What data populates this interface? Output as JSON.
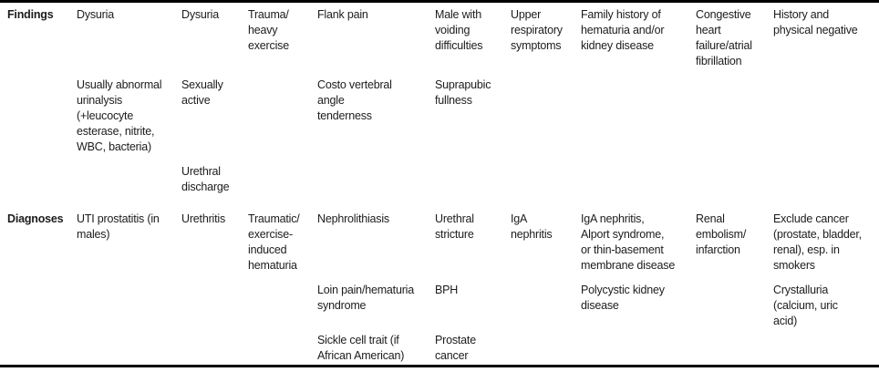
{
  "colors": {
    "background": "#ffffff",
    "text": "#1c1c1c",
    "rule": "#000000"
  },
  "table": {
    "findings": {
      "label": "Findings",
      "r1": {
        "c1": "Dysuria",
        "c2": "Dysuria",
        "c3": "Trauma/\nheavy\nexercise",
        "c4": "Flank pain",
        "c5": "Male with\nvoiding\ndifficulties",
        "c6": "Upper\nrespiratory\nsymptoms",
        "c7": "Family history of\nhematuria and/or\nkidney disease",
        "c8": "Congestive\nheart\nfailure/atrial\nfibrillation",
        "c9": "History and\nphysical negative"
      },
      "r2": {
        "c1": "Usually abnormal\nurinalysis\n(+leucocyte\nesterase, nitrite,\nWBC, bacteria)",
        "c2": "Sexually\nactive",
        "c4": "Costo vertebral\nangle\ntenderness",
        "c5": "Suprapubic\nfullness"
      },
      "r3": {
        "c2": "Urethral\ndischarge"
      }
    },
    "diagnoses": {
      "label": "Diagnoses",
      "r1": {
        "c1": "UTI prostatitis (in\nmales)",
        "c2": "Urethritis",
        "c3": "Traumatic/\nexercise-\ninduced\nhematuria",
        "c4": "Nephrolithiasis",
        "c5": "Urethral\nstricture",
        "c6": "IgA\nnephritis",
        "c7": "IgA nephritis,\nAlport syndrome,\nor thin-basement\nmembrane disease",
        "c8": "Renal\nembolism/\ninfarction",
        "c9": "Exclude cancer\n(prostate, bladder,\nrenal), esp. in\nsmokers"
      },
      "r2": {
        "c4": "Loin pain/hematuria\nsyndrome",
        "c5": "BPH",
        "c7": "Polycystic kidney\ndisease",
        "c9": "Crystalluria\n(calcium, uric\nacid)"
      },
      "r3": {
        "c4": "Sickle cell trait (if\nAfrican American)",
        "c5": "Prostate\ncancer"
      }
    }
  }
}
